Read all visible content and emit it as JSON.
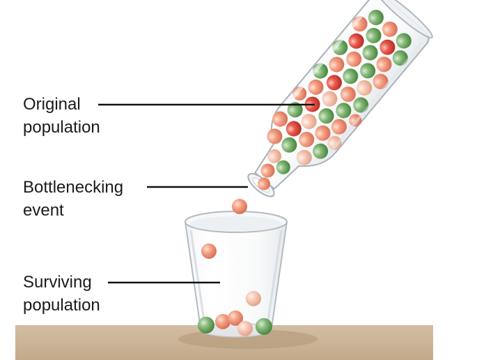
{
  "labels": {
    "original": {
      "line1": "Original",
      "line2": "population"
    },
    "bottleneck": {
      "line1": "Bottlenecking",
      "line2": "event"
    },
    "surviving": {
      "line1": "Surviving",
      "line2": "population"
    }
  },
  "colors": {
    "green_marble": "#6aa55c",
    "red_marble": "#e0483c",
    "salmon_marble": "#f29072",
    "table": "#c9b294",
    "glass_edge": "#a8b0b8",
    "leader_line": "#111111"
  }
}
